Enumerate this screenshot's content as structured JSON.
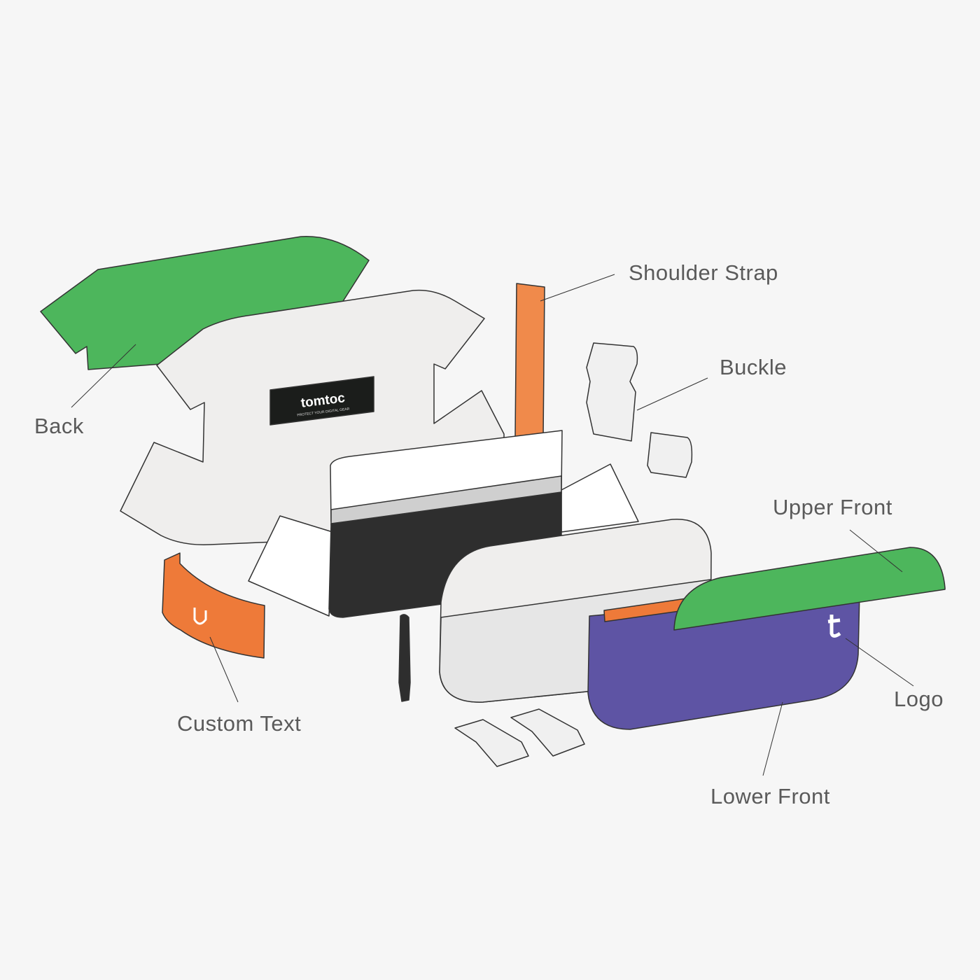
{
  "labels": {
    "back": "Back",
    "shoulder_strap": "Shoulder Strap",
    "buckle": "Buckle",
    "upper_front": "Upper Front",
    "logo": "Logo",
    "lower_front": "Lower Front",
    "custom_text": "Custom Text"
  },
  "brand_tag": {
    "name": "tomtoc",
    "tagline": "PROTECT YOUR DIGITAL GEAR"
  },
  "colors": {
    "back": "#4db65c",
    "upper_front": "#4db65c",
    "lower_front": "#5e54a4",
    "strap": "#f08a4b",
    "custom_text": "#ee7a39",
    "body": "#efeeed",
    "outline": "#333333"
  }
}
